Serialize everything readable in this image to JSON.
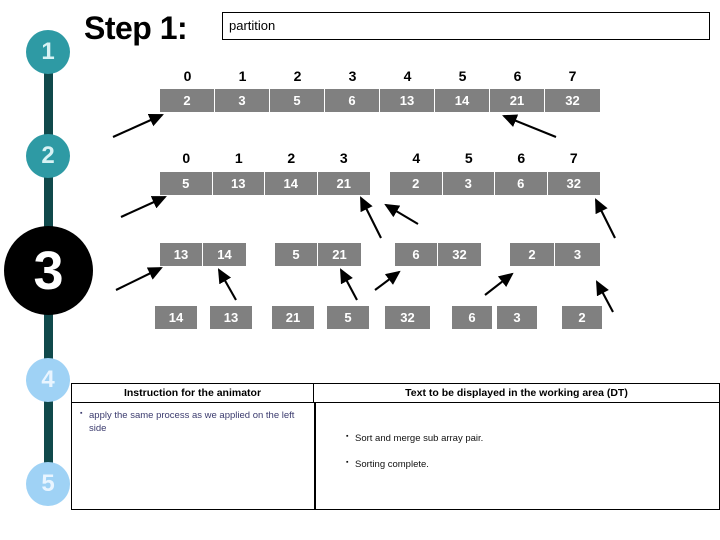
{
  "header": {
    "title": "Step 1:",
    "step_name": "partition"
  },
  "timeline": {
    "nodes": [
      {
        "label": "1",
        "state": "teal"
      },
      {
        "label": "2",
        "state": "teal"
      },
      {
        "label": "3",
        "state": "active"
      },
      {
        "label": "4",
        "state": "inactive"
      },
      {
        "label": "5",
        "state": "inactive"
      }
    ]
  },
  "colors": {
    "rail": "#10494b",
    "node_teal": "#2e9aa4",
    "node_active": "#000000",
    "node_inactive": "#9fd2f5",
    "cell_fill": "#808080",
    "cell_text": "#ffffff",
    "instruction_text": "#3b3b6e"
  },
  "rows": [
    {
      "name": "row-1-merged-array",
      "indices": [
        "0",
        "1",
        "2",
        "3",
        "4",
        "5",
        "6",
        "7"
      ],
      "groups": [
        {
          "values": [
            "2",
            "3",
            "5",
            "6",
            "13",
            "14",
            "21",
            "32"
          ]
        }
      ]
    },
    {
      "name": "row-2-two-halves",
      "indices": [
        "0",
        "1",
        "2",
        "3",
        "4",
        "5",
        "6",
        "7"
      ],
      "groups": [
        {
          "values": [
            "5",
            "13",
            "14",
            "21"
          ]
        },
        {
          "values": [
            "2",
            "3",
            "6",
            "32"
          ]
        }
      ]
    },
    {
      "name": "row-3-four-pairs",
      "indices": [],
      "groups": [
        {
          "values": [
            "13",
            "14"
          ]
        },
        {
          "values": [
            "5",
            "21"
          ]
        },
        {
          "values": [
            "6",
            "32"
          ]
        },
        {
          "values": [
            "2",
            "3"
          ]
        }
      ]
    },
    {
      "name": "row-4-singletons",
      "indices": [],
      "groups": [
        {
          "values": [
            "14"
          ]
        },
        {
          "values": [
            "13"
          ]
        },
        {
          "values": [
            "21"
          ]
        },
        {
          "values": [
            "5"
          ]
        },
        {
          "values": [
            "32"
          ]
        },
        {
          "values": [
            "6"
          ]
        },
        {
          "values": [
            "3"
          ]
        },
        {
          "values": [
            "2"
          ]
        }
      ]
    }
  ],
  "notes": {
    "head_left": "Instruction for the animator",
    "head_right": "Text to be displayed in the working area (DT)",
    "left_bullets": [
      "apply the same process as we applied on the left side"
    ],
    "right_bullets": [
      "Sort  and merge sub array pair.",
      "Sorting complete."
    ]
  }
}
